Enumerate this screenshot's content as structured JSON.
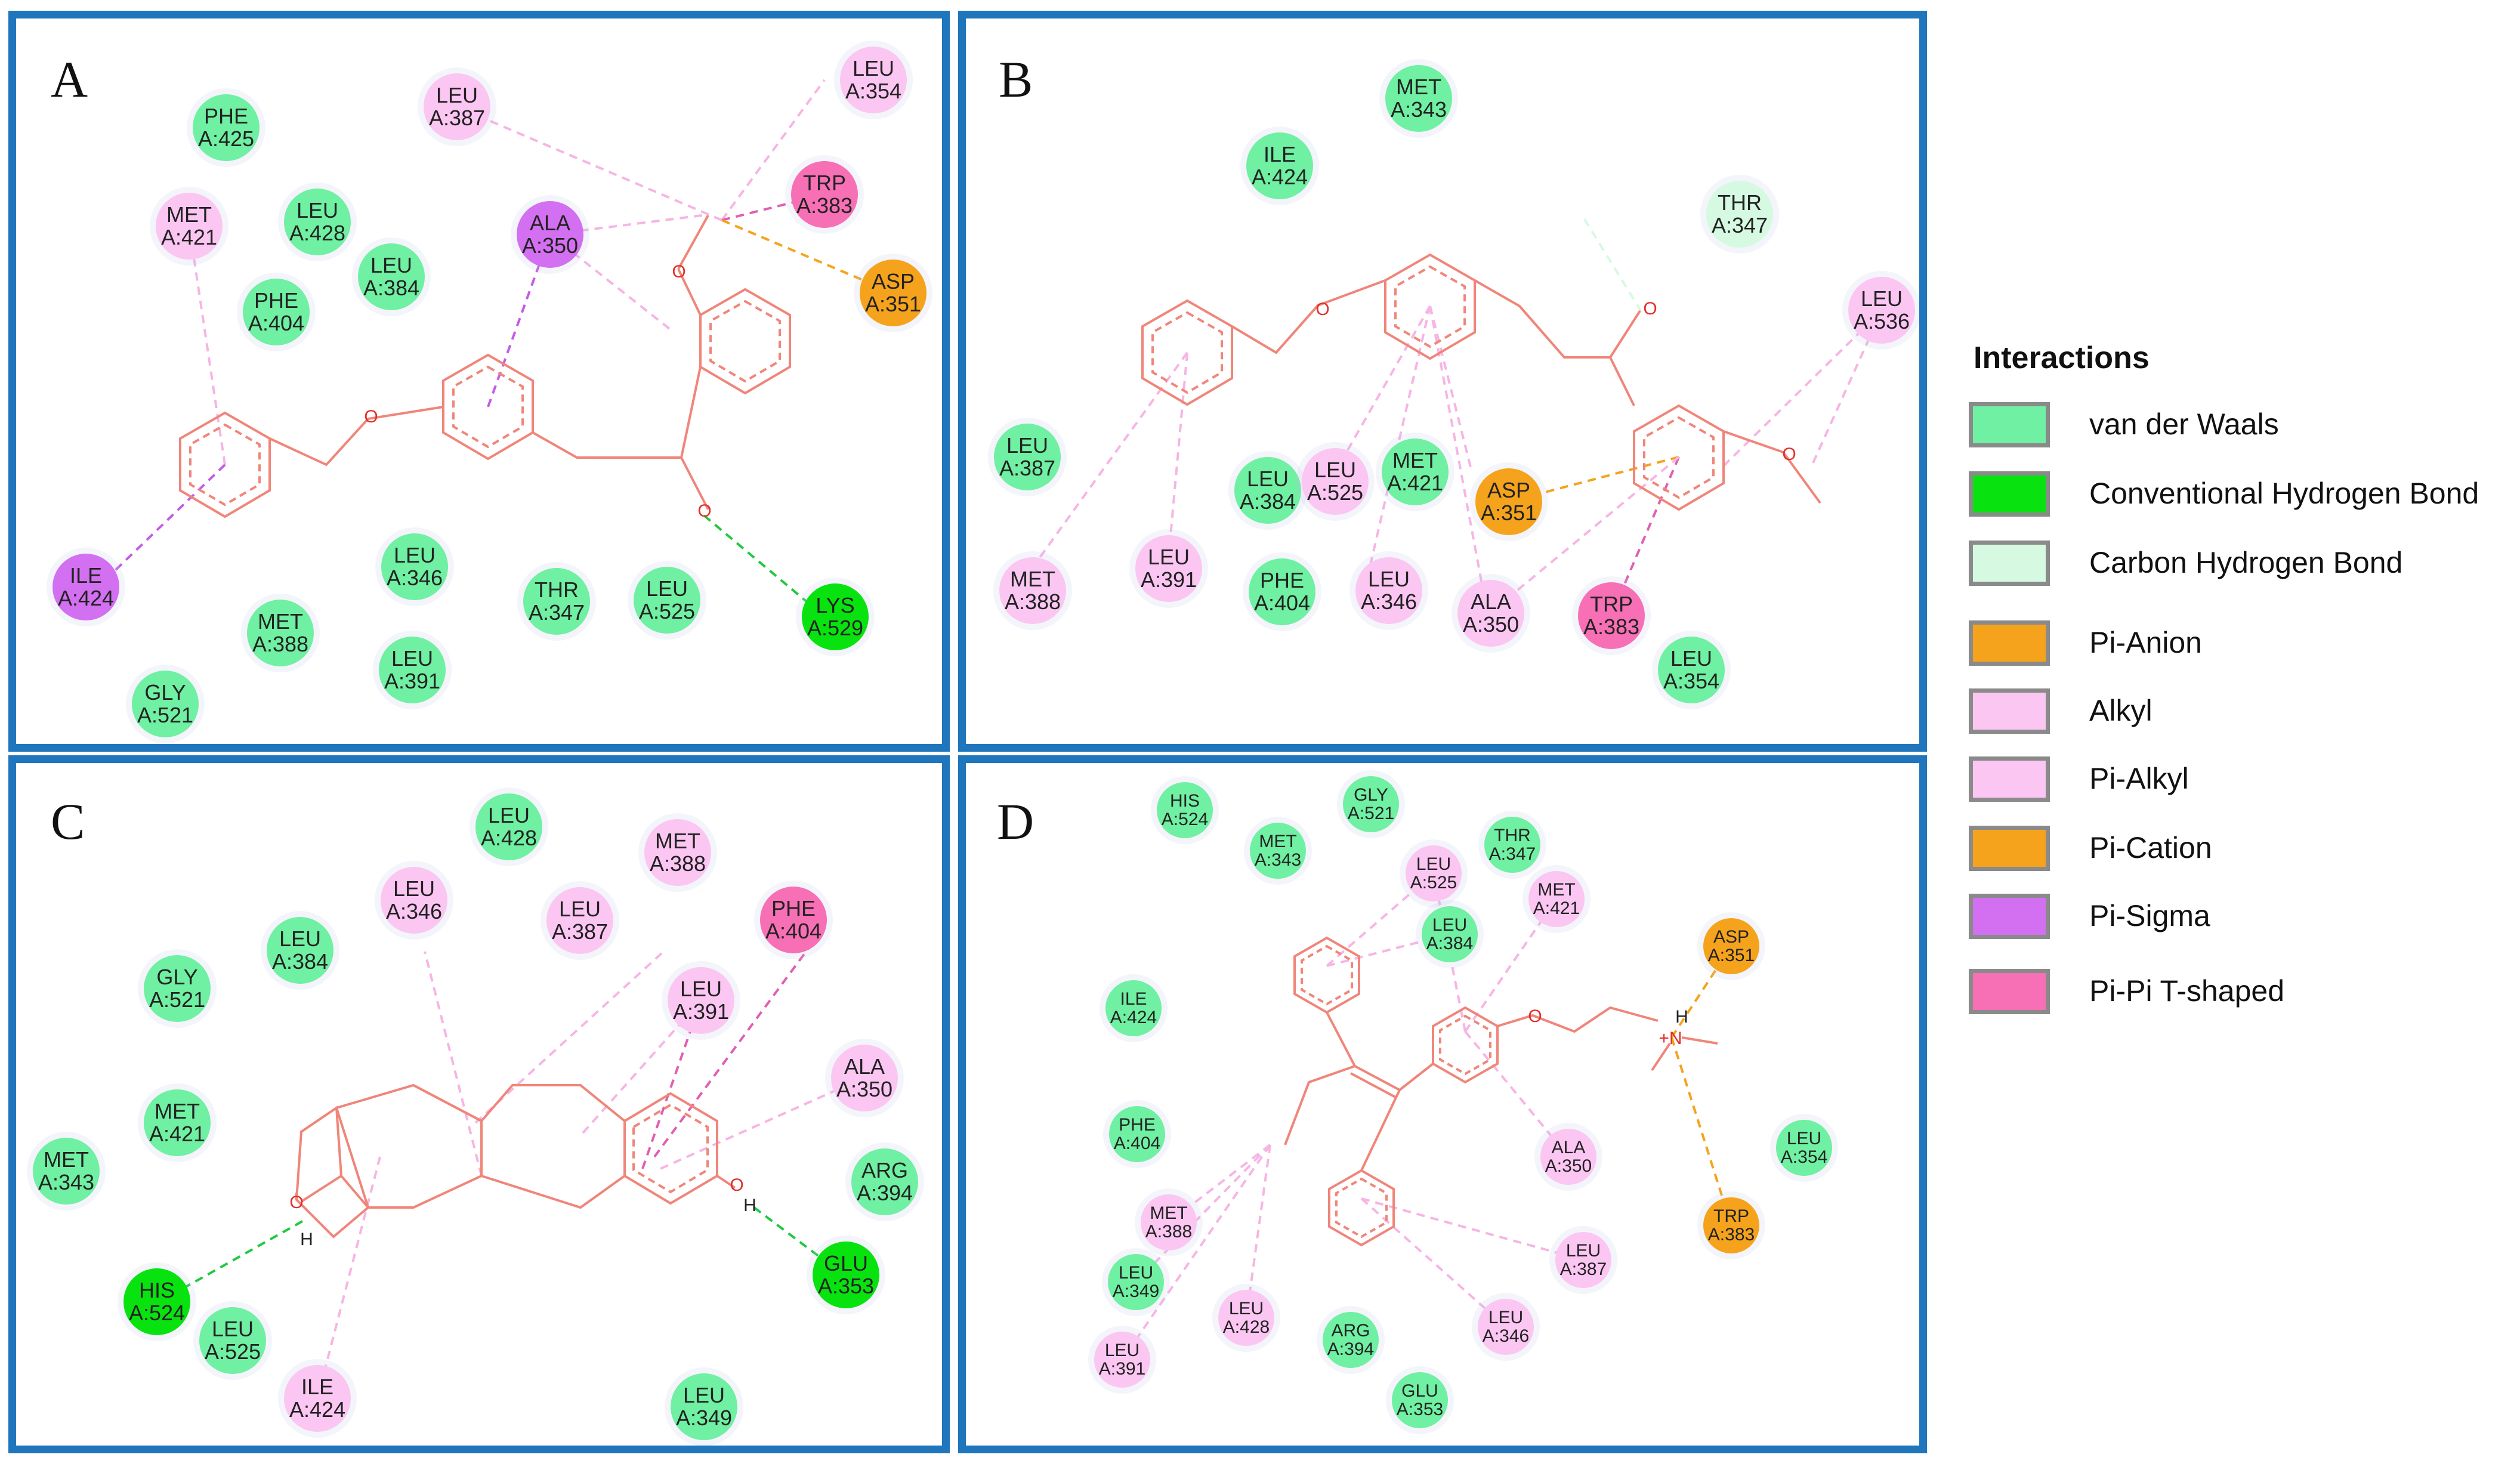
{
  "colors": {
    "vdw": "#6ff0a2",
    "hbond": "#08e30f",
    "carbon_hbond": "#d6f9e2",
    "pi_anion": "#f5a31c",
    "alkyl": "#fbc6f2",
    "pi_alkyl": "#fbc6f2",
    "pi_cation": "#f5a31c",
    "pi_sigma": "#d36ff1",
    "pi_pi_t": "#f76fb5",
    "panel_border": "#1f76bd",
    "molecule": "#f0857a"
  },
  "legend": {
    "title": "Interactions",
    "items": [
      {
        "label": "van der Waals",
        "type": "vdw"
      },
      {
        "label": "Conventional Hydrogen Bond",
        "type": "hbond"
      },
      {
        "label": "Carbon Hydrogen Bond",
        "type": "carbon_hbond"
      },
      {
        "label": "Pi-Anion",
        "type": "pi_anion"
      },
      {
        "label": "Alkyl",
        "type": "alkyl"
      },
      {
        "label": "Pi-Alkyl",
        "type": "pi_alkyl"
      },
      {
        "label": "Pi-Cation",
        "type": "pi_cation"
      },
      {
        "label": "Pi-Sigma",
        "type": "pi_sigma"
      },
      {
        "label": "Pi-Pi T-shaped",
        "type": "pi_pi_t"
      }
    ]
  },
  "panels": [
    {
      "label": "A",
      "atoms": [
        "O",
        "O",
        "O"
      ],
      "residues": [
        {
          "name": "PHE",
          "id": "A:425",
          "type": "vdw"
        },
        {
          "name": "LEU",
          "id": "A:387",
          "type": "alkyl"
        },
        {
          "name": "LEU",
          "id": "A:354",
          "type": "alkyl"
        },
        {
          "name": "MET",
          "id": "A:421",
          "type": "alkyl"
        },
        {
          "name": "LEU",
          "id": "A:428",
          "type": "vdw"
        },
        {
          "name": "ALA",
          "id": "A:350",
          "type": "pi_sigma"
        },
        {
          "name": "TRP",
          "id": "A:383",
          "type": "pi_pi_t"
        },
        {
          "name": "LEU",
          "id": "A:384",
          "type": "vdw"
        },
        {
          "name": "PHE",
          "id": "A:404",
          "type": "vdw"
        },
        {
          "name": "ASP",
          "id": "A:351",
          "type": "pi_anion"
        },
        {
          "name": "ILE",
          "id": "A:424",
          "type": "pi_sigma"
        },
        {
          "name": "LEU",
          "id": "A:346",
          "type": "vdw"
        },
        {
          "name": "THR",
          "id": "A:347",
          "type": "vdw"
        },
        {
          "name": "LEU",
          "id": "A:525",
          "type": "vdw"
        },
        {
          "name": "LYS",
          "id": "A:529",
          "type": "hbond"
        },
        {
          "name": "MET",
          "id": "A:388",
          "type": "vdw"
        },
        {
          "name": "LEU",
          "id": "A:391",
          "type": "vdw"
        },
        {
          "name": "GLY",
          "id": "A:521",
          "type": "vdw"
        }
      ]
    },
    {
      "label": "B",
      "atoms": [
        "O",
        "O",
        "O"
      ],
      "residues": [
        {
          "name": "MET",
          "id": "A:343",
          "type": "vdw"
        },
        {
          "name": "ILE",
          "id": "A:424",
          "type": "vdw"
        },
        {
          "name": "THR",
          "id": "A:347",
          "type": "carbon_hbond"
        },
        {
          "name": "LEU",
          "id": "A:536",
          "type": "alkyl"
        },
        {
          "name": "LEU",
          "id": "A:387",
          "type": "vdw"
        },
        {
          "name": "LEU",
          "id": "A:384",
          "type": "vdw"
        },
        {
          "name": "LEU",
          "id": "A:525",
          "type": "alkyl"
        },
        {
          "name": "MET",
          "id": "A:421",
          "type": "vdw"
        },
        {
          "name": "ASP",
          "id": "A:351",
          "type": "pi_anion"
        },
        {
          "name": "MET",
          "id": "A:388",
          "type": "alkyl"
        },
        {
          "name": "LEU",
          "id": "A:391",
          "type": "alkyl"
        },
        {
          "name": "PHE",
          "id": "A:404",
          "type": "vdw"
        },
        {
          "name": "LEU",
          "id": "A:346",
          "type": "alkyl"
        },
        {
          "name": "ALA",
          "id": "A:350",
          "type": "alkyl"
        },
        {
          "name": "TRP",
          "id": "A:383",
          "type": "pi_pi_t"
        },
        {
          "name": "LEU",
          "id": "A:354",
          "type": "vdw"
        }
      ]
    },
    {
      "label": "C",
      "atoms": [
        "O",
        "H",
        "O",
        "H"
      ],
      "residues": [
        {
          "name": "LEU",
          "id": "A:428",
          "type": "vdw"
        },
        {
          "name": "MET",
          "id": "A:388",
          "type": "alkyl"
        },
        {
          "name": "LEU",
          "id": "A:346",
          "type": "alkyl"
        },
        {
          "name": "LEU",
          "id": "A:387",
          "type": "alkyl"
        },
        {
          "name": "PHE",
          "id": "A:404",
          "type": "pi_pi_t"
        },
        {
          "name": "LEU",
          "id": "A:384",
          "type": "vdw"
        },
        {
          "name": "GLY",
          "id": "A:521",
          "type": "vdw"
        },
        {
          "name": "LEU",
          "id": "A:391",
          "type": "alkyl"
        },
        {
          "name": "ALA",
          "id": "A:350",
          "type": "alkyl"
        },
        {
          "name": "MET",
          "id": "A:421",
          "type": "vdw"
        },
        {
          "name": "MET",
          "id": "A:343",
          "type": "vdw"
        },
        {
          "name": "ARG",
          "id": "A:394",
          "type": "vdw"
        },
        {
          "name": "GLU",
          "id": "A:353",
          "type": "hbond"
        },
        {
          "name": "HIS",
          "id": "A:524",
          "type": "hbond"
        },
        {
          "name": "LEU",
          "id": "A:525",
          "type": "vdw"
        },
        {
          "name": "ILE",
          "id": "A:424",
          "type": "alkyl"
        },
        {
          "name": "LEU",
          "id": "A:349",
          "type": "vdw"
        }
      ]
    },
    {
      "label": "D",
      "atoms": [
        "O",
        "H",
        "+N"
      ],
      "residues": [
        {
          "name": "HIS",
          "id": "A:524",
          "type": "vdw"
        },
        {
          "name": "GLY",
          "id": "A:521",
          "type": "vdw"
        },
        {
          "name": "MET",
          "id": "A:343",
          "type": "vdw"
        },
        {
          "name": "THR",
          "id": "A:347",
          "type": "vdw"
        },
        {
          "name": "LEU",
          "id": "A:525",
          "type": "alkyl"
        },
        {
          "name": "MET",
          "id": "A:421",
          "type": "alkyl"
        },
        {
          "name": "LEU",
          "id": "A:384",
          "type": "vdw"
        },
        {
          "name": "ASP",
          "id": "A:351",
          "type": "pi_cation"
        },
        {
          "name": "ILE",
          "id": "A:424",
          "type": "vdw"
        },
        {
          "name": "PHE",
          "id": "A:404",
          "type": "vdw"
        },
        {
          "name": "ALA",
          "id": "A:350",
          "type": "alkyl"
        },
        {
          "name": "LEU",
          "id": "A:354",
          "type": "vdw"
        },
        {
          "name": "MET",
          "id": "A:388",
          "type": "alkyl"
        },
        {
          "name": "LEU",
          "id": "A:349",
          "type": "vdw"
        },
        {
          "name": "LEU",
          "id": "A:387",
          "type": "alkyl"
        },
        {
          "name": "TRP",
          "id": "A:383",
          "type": "pi_cation"
        },
        {
          "name": "LEU",
          "id": "A:428",
          "type": "alkyl"
        },
        {
          "name": "ARG",
          "id": "A:394",
          "type": "vdw"
        },
        {
          "name": "LEU",
          "id": "A:346",
          "type": "alkyl"
        },
        {
          "name": "LEU",
          "id": "A:391",
          "type": "alkyl"
        },
        {
          "name": "GLU",
          "id": "A:353",
          "type": "vdw"
        }
      ]
    }
  ]
}
